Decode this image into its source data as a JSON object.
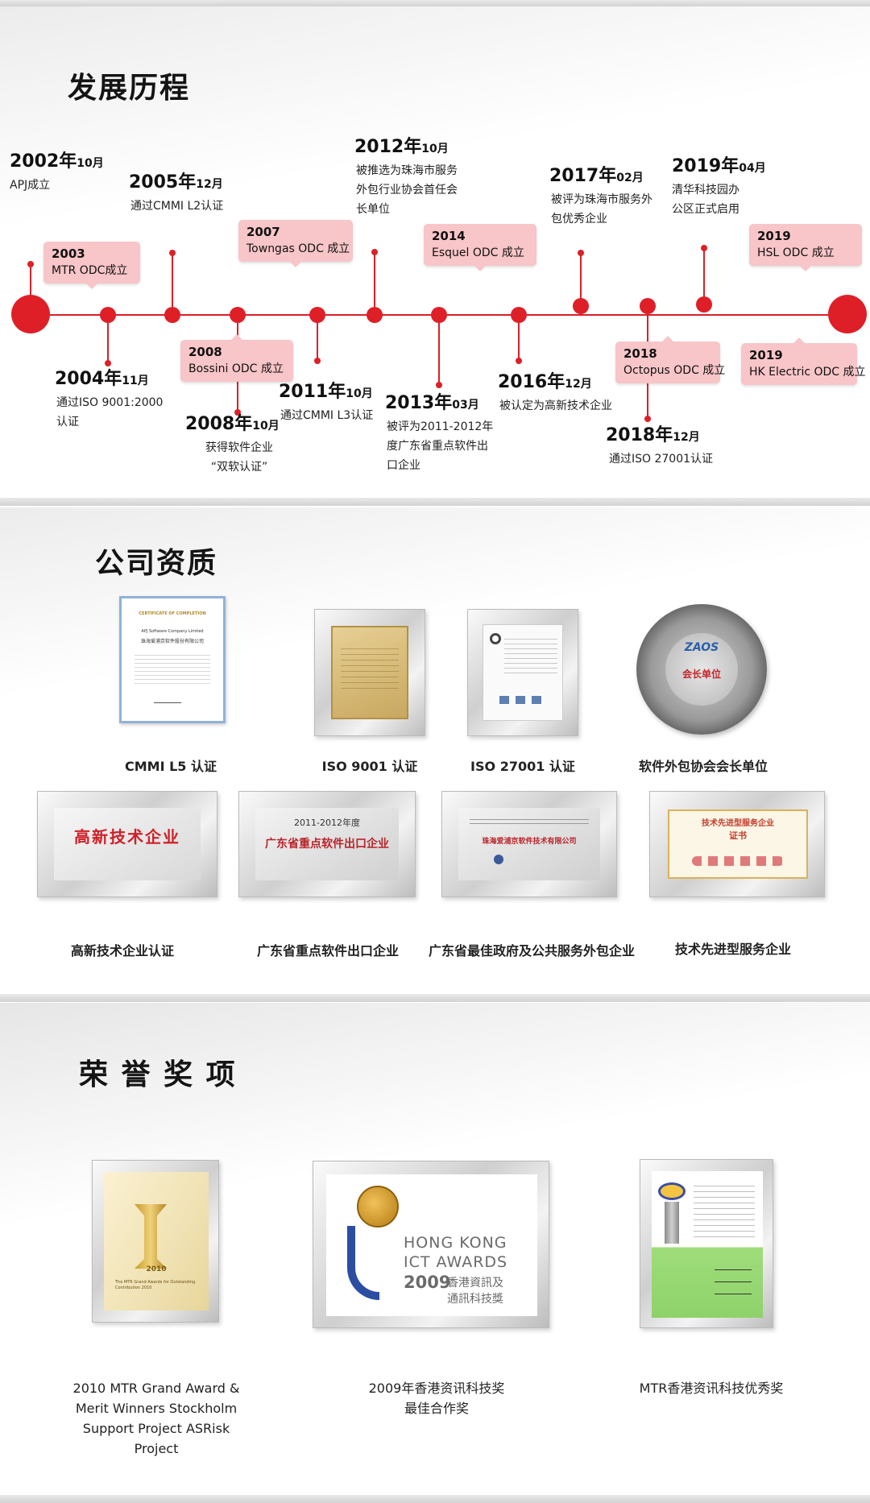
{
  "timeline": {
    "title": "发展历程",
    "events": [
      {
        "year": "2002年",
        "month": "10月",
        "desc": [
          "APJ成立"
        ]
      },
      {
        "year": "2004年",
        "month": "11月",
        "desc": [
          "通过ISO 9001:2000",
          "认证"
        ]
      },
      {
        "year": "2005年",
        "month": "12月",
        "desc": [
          "通过CMMI L2认证"
        ]
      },
      {
        "year": "2008年",
        "month": "10月",
        "desc": [
          "获得软件企业",
          "“双软认证”"
        ]
      },
      {
        "year": "2011年",
        "month": "10月",
        "desc": [
          "通过CMMI L3认证"
        ]
      },
      {
        "year": "2012年",
        "month": "10月",
        "desc": [
          "被推选为珠海市服务",
          "外包行业协会首任会",
          "长单位"
        ]
      },
      {
        "year": "2013年",
        "month": "03月",
        "desc": [
          "被评为2011-2012年",
          "度广东省重点软件出",
          "口企业"
        ]
      },
      {
        "year": "2016年",
        "month": "12月",
        "desc": [
          "被认定为高新技术企业"
        ]
      },
      {
        "year": "2017年",
        "month": "02月",
        "desc": [
          "被评为珠海市服务外",
          "包优秀企业"
        ]
      },
      {
        "year": "2018年",
        "month": "12月",
        "desc": [
          "通过ISO 27001认证"
        ]
      },
      {
        "year": "2019年",
        "month": "04月",
        "desc": [
          "清华科技园办",
          "公区正式启用"
        ]
      }
    ],
    "odc": [
      {
        "year": "2003",
        "name": "MTR ODC成立"
      },
      {
        "year": "2007",
        "name": "Towngas ODC 成立"
      },
      {
        "year": "2008",
        "name": "Bossini ODC 成立"
      },
      {
        "year": "2014",
        "name": "Esquel ODC 成立"
      },
      {
        "year": "2018",
        "name": "Octopus ODC 成立"
      },
      {
        "year": "2019",
        "name": "HSL ODC 成立"
      },
      {
        "year": "2019",
        "name": "HK Electric ODC 成立"
      }
    ]
  },
  "qualifications": {
    "title": "公司资质",
    "items": [
      {
        "label": "CMMI L5 认证"
      },
      {
        "label": "ISO 9001 认证"
      },
      {
        "label": "ISO 27001 认证"
      },
      {
        "label": "软件外包协会会长单位"
      },
      {
        "label": "高新技术企业认证"
      },
      {
        "label": "广东省重点软件出口企业"
      },
      {
        "label": "广东省最佳政府及公共服务外包企业"
      },
      {
        "label": "技术先进型服务企业"
      }
    ],
    "cert_texts": {
      "cmmi_head": "CERTIFICATE OF COMPLETION",
      "cmmi_company": "APJ Software Company Limited",
      "cmmi_cn": "珠海爱浦京软件股份有限公司",
      "plate_zaos": "ZAOS",
      "plate_title": "会长单位",
      "hitech": "高新技术企业",
      "gd_year": "2011-2012年度",
      "gd_title": "广东省重点软件出口企业",
      "best_company": "珠海爱浦京软件技术有限公司",
      "adv_title": "技术先进型服务企业",
      "adv_sub": "证书"
    }
  },
  "honors": {
    "title": "荣 誉 奖 项",
    "items": [
      {
        "label": [
          "2010 MTR Grand Award &",
          "Merit Winners Stockholm",
          "Support Project ASRisk",
          "Project"
        ]
      },
      {
        "label": [
          "2009年香港资讯科技奖",
          "最佳合作奖"
        ]
      },
      {
        "label": [
          "MTR香港资讯科技优秀奖"
        ]
      }
    ],
    "award_texts": {
      "mtr_year": "2010",
      "mtr_caption": "The MTR Grand Awards for Outstanding Contribution 2010",
      "ict_line1": "HONG KONG",
      "ict_line2": "ICT AWARDS",
      "ict_year": "2009",
      "ict_cn1": "香港資訊及",
      "ict_cn2": "通訊科技獎"
    }
  },
  "colors": {
    "accent": "#df1f27",
    "odc_bg": "#f8c5c8"
  }
}
